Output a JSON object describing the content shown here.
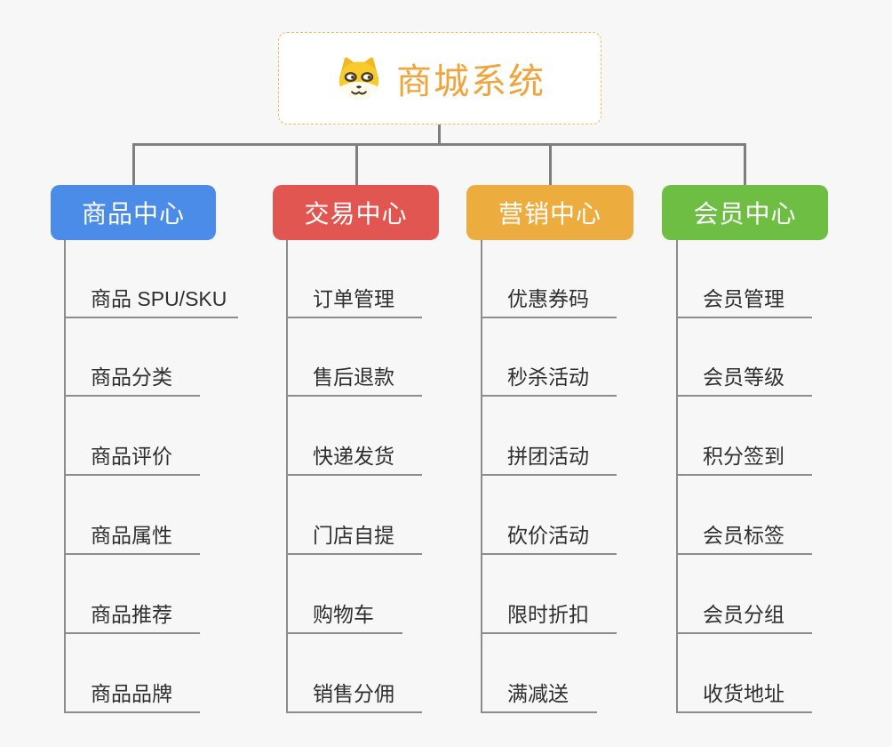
{
  "app": {
    "background_color": "#f7f7f7",
    "connector_color": "#7f7f7f"
  },
  "root": {
    "title": "商城系统",
    "icon": "dog-face",
    "text_color": "#f0a43c",
    "border_color": "#f2bc5e"
  },
  "branches": [
    {
      "label": "商品中心",
      "color": "#4a8ce8",
      "items": [
        "商品 SPU/SKU",
        "商品分类",
        "商品评价",
        "商品属性",
        "商品推荐",
        "商品品牌"
      ]
    },
    {
      "label": "交易中心",
      "color": "#e15650",
      "items": [
        "订单管理",
        "售后退款",
        "快递发货",
        "门店自提",
        "购物车",
        "销售分佣"
      ]
    },
    {
      "label": "营销中心",
      "color": "#ecac3e",
      "items": [
        "优惠券码",
        "秒杀活动",
        "拼团活动",
        "砍价活动",
        "限时折扣",
        "满减送"
      ]
    },
    {
      "label": "会员中心",
      "color": "#6fbe44",
      "items": [
        "会员管理",
        "会员等级",
        "积分签到",
        "会员标签",
        "会员分组",
        "收货地址"
      ]
    }
  ]
}
